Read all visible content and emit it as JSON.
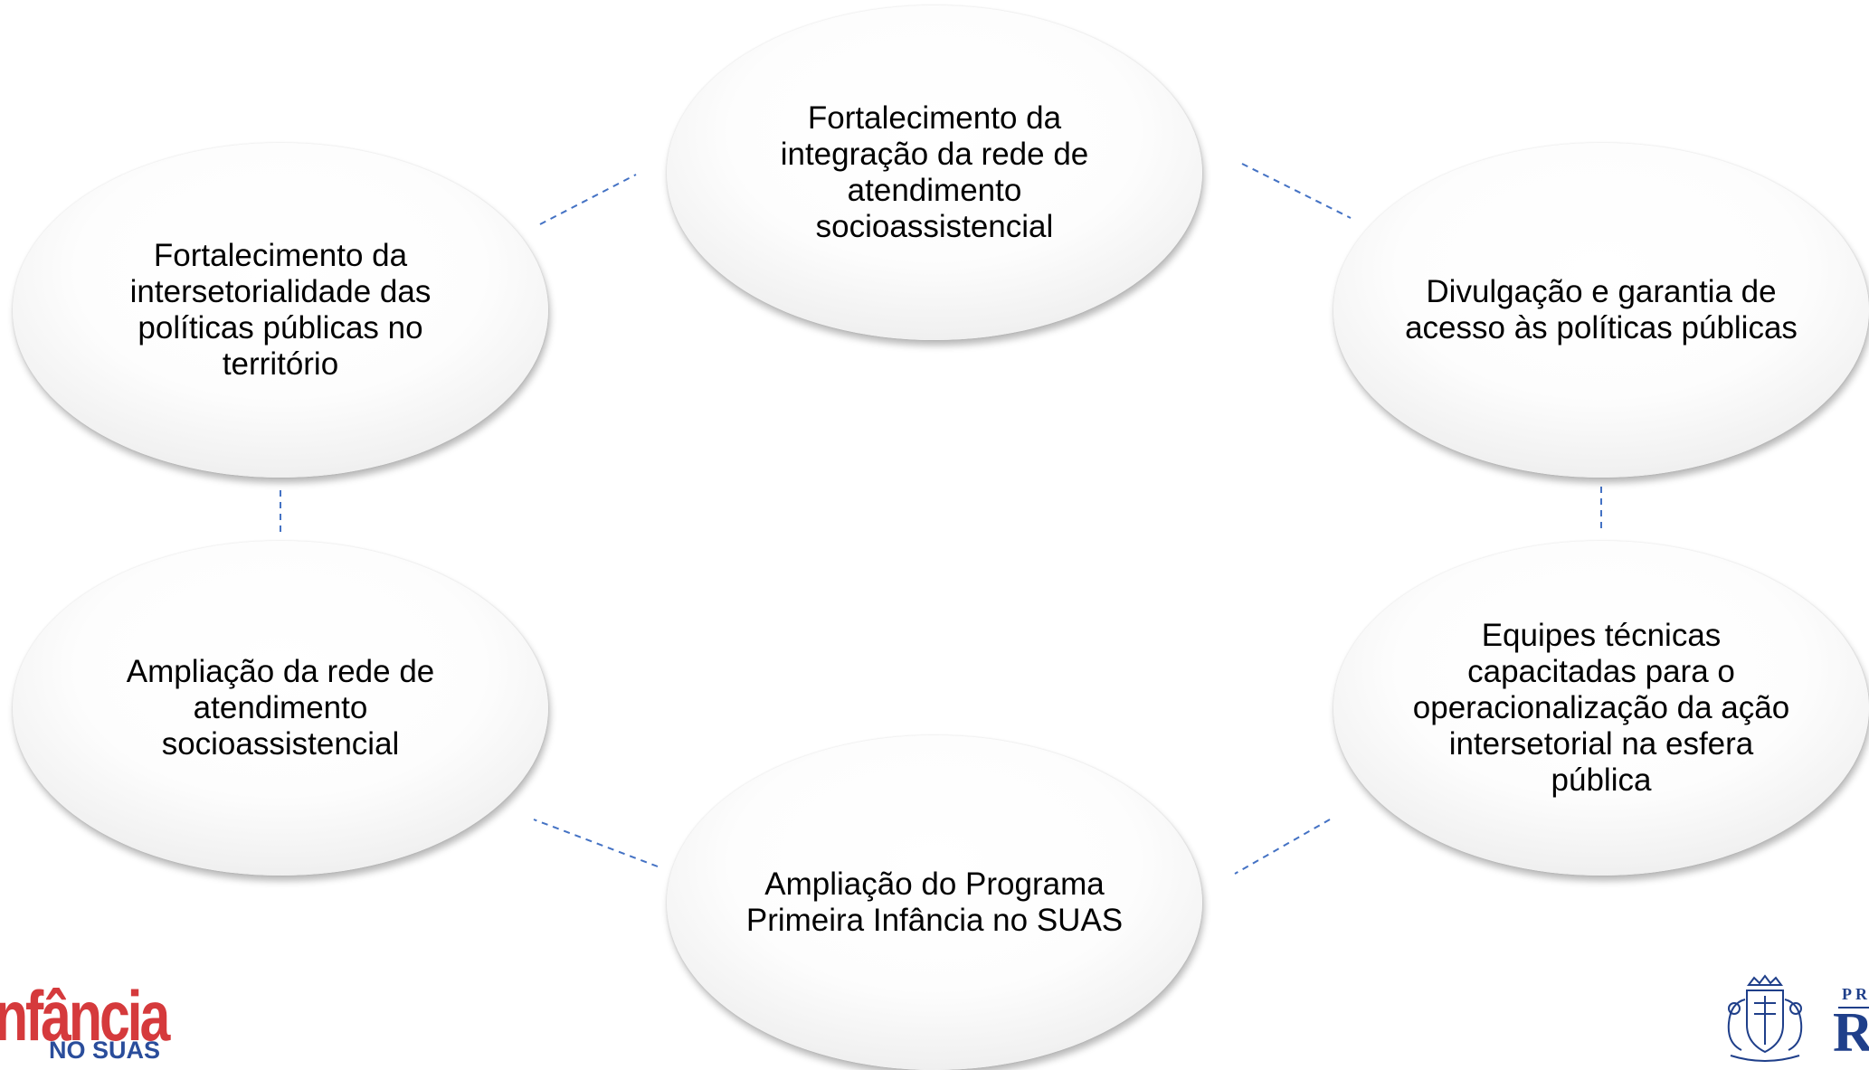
{
  "nodes": {
    "top": "Fortalecimento da\nintegração da rede de\natendimento\nsocioassistencial",
    "left": "Fortalecimento da\nintersetorialidade das\npolíticas públicas no\nterritório",
    "right": "Divulgação e garantia de\nacesso às políticas públicas",
    "lower_left": "Ampliação da rede de\natendimento\nsocioassistencial",
    "lower_right": "Equipes técnicas\ncapacitadas para o\noperacionalização da ação\nintersetorial na esfera\npública",
    "bottom": "Ampliação do Programa\nPrimeira Infância no SUAS"
  },
  "logos": {
    "left_line1": "nfância",
    "left_line2": "NO SUAS",
    "right_line1": "PR",
    "right_line2": "R"
  },
  "colors": {
    "connector": "#4472c4",
    "logo_red": "#d53a3c",
    "logo_blue": "#2a4d9b",
    "crest_blue": "#1f3f8a"
  },
  "icons": {
    "crest": "municipal-coat-of-arms-icon"
  }
}
